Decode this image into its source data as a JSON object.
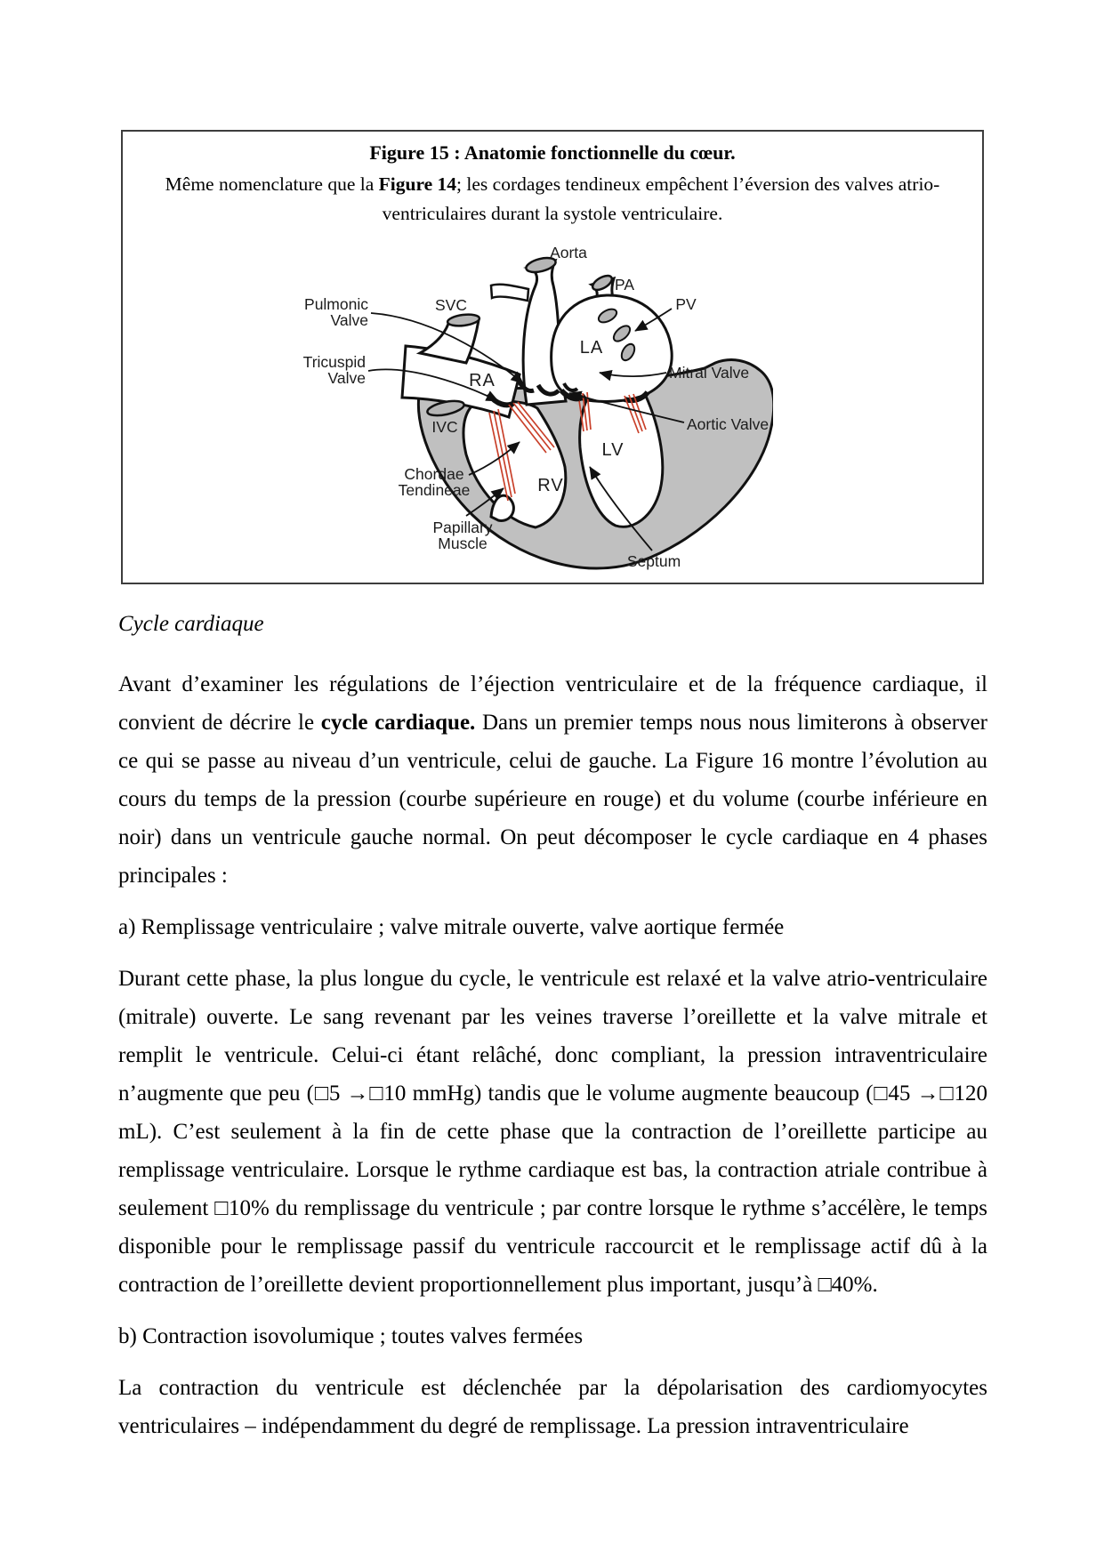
{
  "figure": {
    "title": "Figure 15 : Anatomie fonctionnelle du cœur.",
    "caption_prefix": "Même nomenclature que la ",
    "caption_bold": "Figure 14",
    "caption_suffix": "; les cordages tendineux empêchent l’éversion des valves atrio-ventriculaires durant la systole ventriculaire.",
    "diagram": {
      "vessel_labels": {
        "aorta": "Aorta",
        "pa": "PA",
        "svc": "SVC",
        "pv": "PV",
        "ivc": "IVC",
        "septum": "Septum"
      },
      "valve_labels": {
        "pulmonic_line1": "Pulmonic",
        "pulmonic_line2": "Valve",
        "tricuspid_line1": "Tricuspid",
        "tricuspid_line2": "Valve",
        "mitral": "Mitral Valve",
        "aortic": "Aortic Valve",
        "chordae_line1": "Chordae",
        "chordae_line2": "Tendineae",
        "papillary_line1": "Papillary",
        "papillary_line2": "Muscle"
      },
      "chamber_labels": {
        "ra": "RA",
        "la": "LA",
        "rv": "RV",
        "lv": "LV"
      },
      "colors": {
        "chamber_text": "#d04a2c",
        "chordae": "#c9402a",
        "wall_gray": "#c0c0c0",
        "vessel_cut_gray": "#b5b5b5",
        "outline": "#111111"
      }
    }
  },
  "body": {
    "heading": "Cycle cardiaque",
    "p1_before": "Avant d’examiner les régulations de l’éjection ventriculaire et de la fréquence cardiaque, il convient de décrire le ",
    "p1_bold": "cycle cardiaque.",
    "p1_after": " Dans un premier temps nous nous limiterons à observer ce qui se passe au niveau d’un ventricule, celui de gauche. La Figure 16 montre l’évolution au cours du temps de la pression (courbe supérieure en rouge) et du volume (courbe inférieure en noir) dans un ventricule gauche normal. On peut décomposer le cycle cardiaque en 4 phases principales :",
    "item_a": "a) Remplissage ventriculaire ; valve mitrale ouverte, valve aortique fermée",
    "p2": "Durant cette phase, la plus longue du cycle, le ventricule est relaxé et la valve atrio-ventriculaire (mitrale) ouverte. Le sang revenant par les veines traverse l’oreillette et la valve mitrale et remplit le ventricule. Celui-ci étant relâché, donc compliant, la pression intraventriculaire n’augmente que peu (□5 →□10 mmHg) tandis que le volume augmente beaucoup (□45 →□120 mL). C’est seulement à la fin de cette phase que la contraction de l’oreillette participe au remplissage ventriculaire.  Lorsque le rythme cardiaque est bas, la contraction atriale contribue à seulement □10% du remplissage du ventricule ; par contre lorsque le rythme s’accélère, le temps disponible pour le remplissage passif du ventricule raccourcit et le remplissage actif dû à la contraction de l’oreillette devient proportionnellement plus important, jusqu’à □40%.",
    "item_b": "b) Contraction isovolumique ; toutes valves fermées",
    "p3": "La contraction du ventricule est déclenchée par la dépolarisation des cardiomyocytes ventriculaires – indépendamment du degré de remplissage. La pression intraventriculaire"
  }
}
